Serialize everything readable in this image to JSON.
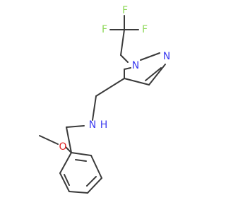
{
  "molecule": {
    "atoms": {
      "F1": {
        "label": "F",
        "color": "#90d95c"
      },
      "F2": {
        "label": "F",
        "color": "#90d95c"
      },
      "F3": {
        "label": "F",
        "color": "#90d95c"
      },
      "N1": {
        "label": "N",
        "color": "#3c3cf0"
      },
      "N2": {
        "label": "N",
        "color": "#3c3cf0"
      },
      "NH": {
        "label": "N",
        "color": "#3c3cf0"
      },
      "H": {
        "label": "H",
        "color": "#3c3cf0"
      },
      "O": {
        "label": "O",
        "color": "#e02020"
      }
    },
    "bond_color": "#3a3a3a"
  }
}
